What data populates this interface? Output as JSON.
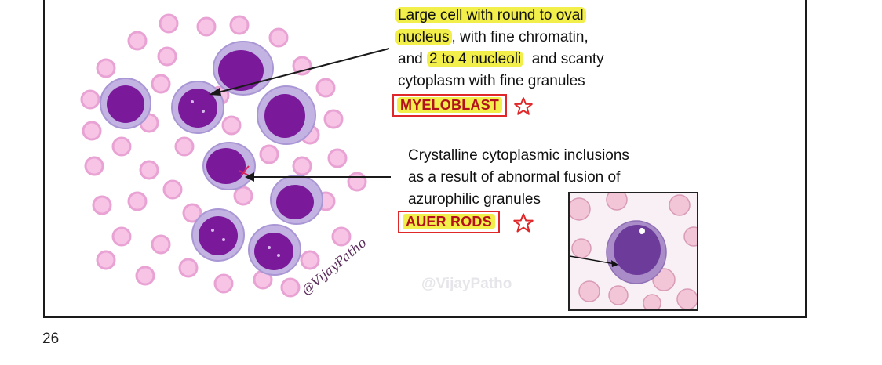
{
  "myeloblast": {
    "line1": "Large cell with round to oval",
    "line2_hl": "nucleus",
    "line2_rest": ", with fine chromatin,",
    "line3_pre": "and ",
    "line3_hl": "2 to 4 nucleoli",
    "line3_post": "  and scanty",
    "line4": "cytoplasm with fine granules",
    "label": "MYELOBLAST"
  },
  "auer_rods": {
    "line1": "Crystalline cytoplasmic inclusions",
    "line2": "as a result of abnormal fusion of",
    "line3": "azurophilic granules",
    "label": "AUER RODS"
  },
  "smear_signature": "@VijayPatho",
  "watermark": "@VijayPatho",
  "page_number": "26",
  "colors": {
    "highlight": "#f2ee4a",
    "label_text": "#b3121c",
    "label_border": "#e0282a",
    "star": "#e0282a",
    "nucleus": "#7a1a9a",
    "cytoplasm": "#b7a3dc",
    "rbc": "#f0b5dd"
  },
  "icons": {
    "star": "star-outline-icon"
  }
}
